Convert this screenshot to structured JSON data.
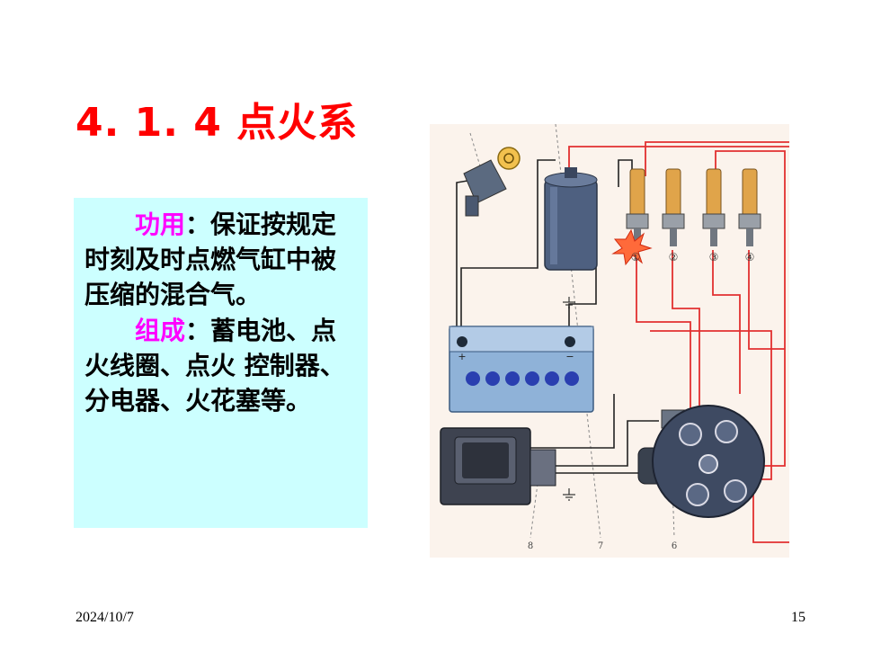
{
  "slide": {
    "title": "4. 1. 4  点火系",
    "function_label": "功用",
    "function_text": "：保证按规定时刻及时点燃气缸中被压缩的混合气。",
    "composition_label": "组成",
    "composition_text": "：蓄电池、点火线圈、点火 控制器、分电器、火花塞等。"
  },
  "diagram": {
    "plug_labels": [
      "①",
      "②",
      "③",
      "④"
    ],
    "part_numbers": [
      "8",
      "7",
      "6"
    ],
    "battery_terminals": [
      "+",
      "−"
    ]
  },
  "footer": {
    "date": "2024/10/7",
    "page": "15"
  },
  "colors": {
    "title": "#ff0000",
    "keyword": "#ff00ff",
    "textbox_bg": "#ccffff"
  }
}
